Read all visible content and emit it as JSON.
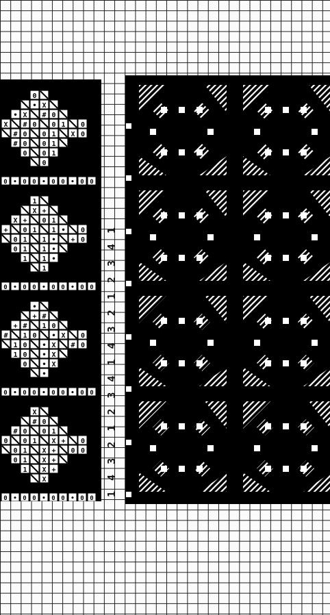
{
  "sheet": {
    "paper_color": "#fbfbfb",
    "ink_color": "#000000",
    "threading_numbers": "1 4 3 2 1 2 3 4 1 4 3 2 1 2 3 4 1"
  },
  "left_pattern": {
    "cell_labels": {
      "circle": "0",
      "bar": "1",
      "dot": "•",
      "cross": "X",
      "plus": "+",
      "hash": "#"
    }
  },
  "right_pattern": {
    "description_colors": {
      "fill": "#000000",
      "hatch": "#000000",
      "square": "#ffffff"
    }
  }
}
